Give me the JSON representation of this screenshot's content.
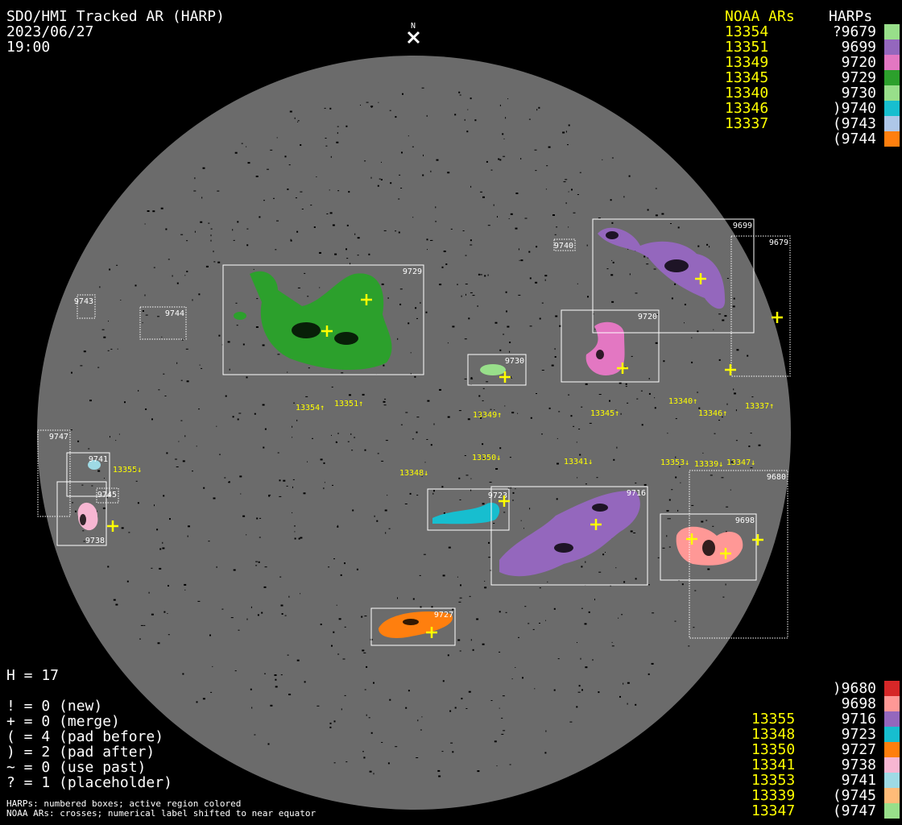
{
  "header": {
    "title": "SDO/HMI Tracked AR (HARP)",
    "date": "2023/06/27",
    "time": "19:00"
  },
  "north_label": "N",
  "legend_top": {
    "noaa_header": "NOAA ARs",
    "harps_header": "HARPs",
    "rows": [
      {
        "noaa": "13354",
        "harp": "?9679",
        "color": "#98df8a"
      },
      {
        "noaa": "13351",
        "harp": "9699",
        "color": "#9467bd"
      },
      {
        "noaa": "13349",
        "harp": "9720",
        "color": "#e377c2"
      },
      {
        "noaa": "13345",
        "harp": "9729",
        "color": "#2ca02c"
      },
      {
        "noaa": "13340",
        "harp": "9730",
        "color": "#98df8a"
      },
      {
        "noaa": "13346",
        "harp": ")9740",
        "color": "#17becf"
      },
      {
        "noaa": "13337",
        "harp": "(9743",
        "color": "#aec7e8"
      },
      {
        "noaa": "",
        "harp": "(9744",
        "color": "#ff7f0e"
      }
    ]
  },
  "legend_bottom": {
    "rows": [
      {
        "noaa": "",
        "harp": ")9680",
        "color": "#d62728"
      },
      {
        "noaa": "",
        "harp": "9698",
        "color": "#ff9896"
      },
      {
        "noaa": "13355",
        "harp": "9716",
        "color": "#9467bd"
      },
      {
        "noaa": "13348",
        "harp": "9723",
        "color": "#17becf"
      },
      {
        "noaa": "13350",
        "harp": "9727",
        "color": "#ff7f0e"
      },
      {
        "noaa": "13341",
        "harp": "9738",
        "color": "#f7b6d2"
      },
      {
        "noaa": "13353",
        "harp": "9741",
        "color": "#9edae5"
      },
      {
        "noaa": "13339",
        "harp": "(9745",
        "color": "#ffbb78"
      },
      {
        "noaa": "13347",
        "harp": "(9747",
        "color": "#98df8a"
      }
    ]
  },
  "stats": {
    "h": "H = 17",
    "lines": [
      "! = 0 (new)",
      "+ = 0 (merge)",
      "( = 4 (pad before)",
      ") = 2 (pad after)",
      "~ = 0 (use past)",
      "? = 1 (placeholder)"
    ]
  },
  "footer": [
    "HARPs: numbered boxes; active region colored",
    "NOAA ARs: crosses; numerical label shifted to near equator"
  ],
  "harps": [
    {
      "id": "9699",
      "color": "#9467bd"
    },
    {
      "id": "9679",
      "color": "#98df8a"
    },
    {
      "id": "9740",
      "color": "#17becf"
    },
    {
      "id": "9729",
      "color": "#2ca02c"
    },
    {
      "id": "9743",
      "color": "#aec7e8"
    },
    {
      "id": "9744",
      "color": "#ff7f0e"
    },
    {
      "id": "9720",
      "color": "#e377c2"
    },
    {
      "id": "9730",
      "color": "#98df8a"
    },
    {
      "id": "9747",
      "color": "#98df8a"
    },
    {
      "id": "9741",
      "color": "#9edae5"
    },
    {
      "id": "9738",
      "color": "#f7b6d2"
    },
    {
      "id": "9745",
      "color": "#ffbb78"
    },
    {
      "id": "9723",
      "color": "#17becf"
    },
    {
      "id": "9716",
      "color": "#9467bd"
    },
    {
      "id": "9680",
      "color": "#d62728"
    },
    {
      "id": "9698",
      "color": "#ff9896"
    },
    {
      "id": "9727",
      "color": "#ff7f0e"
    }
  ],
  "ar_labels": [
    "13354↑",
    "13351↑",
    "13349↑",
    "13345↑",
    "13340↑",
    "13346↑",
    "13337↑",
    "13350↓",
    "13341↓",
    "13348↓",
    "13353↓",
    "13339↓",
    "13347↓",
    "13355↓"
  ]
}
